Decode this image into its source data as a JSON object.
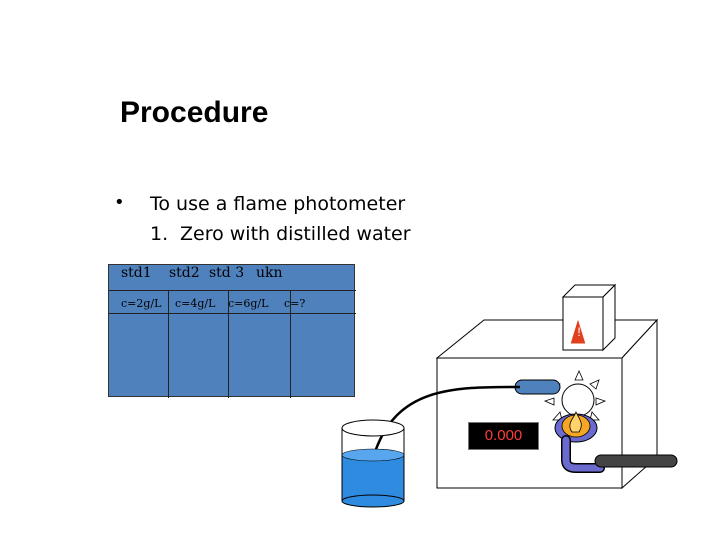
{
  "title": "Procedure",
  "bullet": "•",
  "line1": "To use a flame photometer",
  "step_number": "1.",
  "step_text": "Zero with distilled water",
  "table": {
    "headers": [
      "std1",
      "std2",
      "std 3",
      "ukn"
    ],
    "concentrations": [
      "c=2g/L",
      "c=4g/L",
      "c=6g/L",
      "c=?"
    ]
  },
  "display_value": "0.000",
  "warning_symbol": "!",
  "colors": {
    "table_fill": "#4f81bd",
    "liquid": "#2e8be0",
    "display_text": "#ff3b3b",
    "warning_triangle": "#e0401e",
    "flame_orange": "#f5a623",
    "burner_purple": "#6b6bcf"
  }
}
